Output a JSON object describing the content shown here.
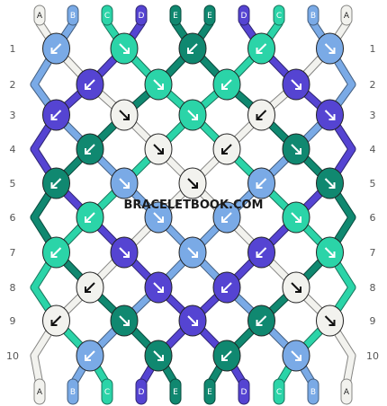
{
  "watermark": "BRACELETBOOK.COM",
  "colors": {
    "A": "#f2f2ee",
    "B": "#7aaae6",
    "C": "#2bd4a8",
    "D": "#5544d2",
    "E": "#108870"
  },
  "top_labels": [
    "A",
    "B",
    "C",
    "D",
    "E",
    "E",
    "D",
    "C",
    "B",
    "A"
  ],
  "bottom_labels": [
    "A",
    "B",
    "C",
    "D",
    "E",
    "E",
    "D",
    "C",
    "B",
    "A"
  ],
  "row_numbers": [
    "1",
    "2",
    "3",
    "4",
    "5",
    "6",
    "7",
    "8",
    "9",
    "10"
  ],
  "knots": [
    [
      {
        "c": "B",
        "d": "SW"
      },
      {
        "c": "C",
        "d": "SE"
      },
      {
        "c": "E",
        "d": "SW"
      },
      {
        "c": "C",
        "d": "SW"
      },
      {
        "c": "B",
        "d": "SE"
      }
    ],
    [
      {
        "c": "D",
        "d": "SW"
      },
      {
        "c": "C",
        "d": "SE"
      },
      {
        "c": "C",
        "d": "SW"
      },
      {
        "c": "D",
        "d": "SE"
      }
    ],
    [
      {
        "c": "D",
        "d": "SW"
      },
      {
        "c": "A",
        "d": "SE"
      },
      {
        "c": "C",
        "d": "SE"
      },
      {
        "c": "A",
        "d": "SW"
      },
      {
        "c": "D",
        "d": "SE"
      }
    ],
    [
      {
        "c": "E",
        "d": "SW"
      },
      {
        "c": "A",
        "d": "SE"
      },
      {
        "c": "A",
        "d": "SW"
      },
      {
        "c": "E",
        "d": "SE"
      }
    ],
    [
      {
        "c": "E",
        "d": "SW"
      },
      {
        "c": "B",
        "d": "SE"
      },
      {
        "c": "A",
        "d": "SE"
      },
      {
        "c": "B",
        "d": "SW"
      },
      {
        "c": "E",
        "d": "SE"
      }
    ],
    [
      {
        "c": "C",
        "d": "SW"
      },
      {
        "c": "B",
        "d": "SE"
      },
      {
        "c": "B",
        "d": "SW"
      },
      {
        "c": "C",
        "d": "SE"
      }
    ],
    [
      {
        "c": "C",
        "d": "SW"
      },
      {
        "c": "D",
        "d": "SE"
      },
      {
        "c": "B",
        "d": "SE"
      },
      {
        "c": "D",
        "d": "SW"
      },
      {
        "c": "C",
        "d": "SE"
      }
    ],
    [
      {
        "c": "A",
        "d": "SW"
      },
      {
        "c": "D",
        "d": "SE"
      },
      {
        "c": "D",
        "d": "SW"
      },
      {
        "c": "A",
        "d": "SE"
      }
    ],
    [
      {
        "c": "A",
        "d": "SW"
      },
      {
        "c": "E",
        "d": "SE"
      },
      {
        "c": "D",
        "d": "SE"
      },
      {
        "c": "E",
        "d": "SW"
      },
      {
        "c": "A",
        "d": "SE"
      }
    ],
    [
      {
        "c": "B",
        "d": "SW"
      },
      {
        "c": "E",
        "d": "SE"
      },
      {
        "c": "E",
        "d": "SW"
      },
      {
        "c": "B",
        "d": "SE"
      }
    ]
  ]
}
